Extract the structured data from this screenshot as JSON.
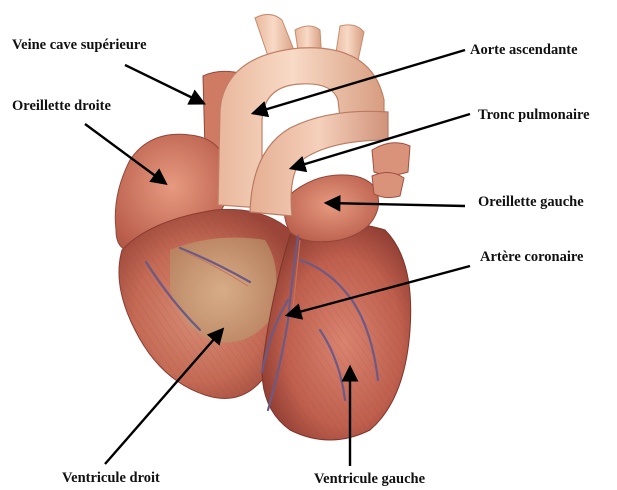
{
  "labels": {
    "veine_cave": "Veine cave supérieure",
    "oreillette_droite": "Oreillette droite",
    "aorte": "Aorte ascendante",
    "tronc_pulmonaire": "Tronc pulmonaire",
    "oreillette_gauche": "Oreillette gauche",
    "artere_coronaire": "Artère coronaire",
    "ventricule_droit": "Ventricule droit",
    "ventricule_gauche": "Ventricule gauche"
  },
  "colors": {
    "myocardium": "#c96a57",
    "myocardium_dark": "#a34a3d",
    "fat": "#c9a47c",
    "vessel": "#e8b496",
    "vein": "#6c5a86",
    "arrow": "#000000"
  }
}
